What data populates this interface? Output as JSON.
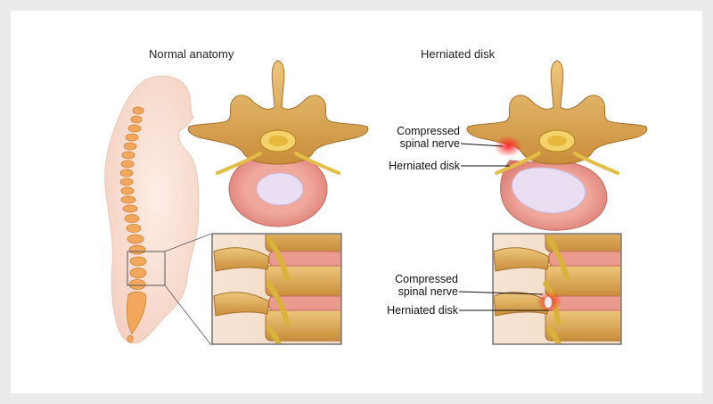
{
  "headings": {
    "normal": "Normal anatomy",
    "herniated": "Herniated disk"
  },
  "labels": {
    "top_compressed_line1": "Compressed",
    "top_compressed_line2": "spinal nerve",
    "top_herniated": "Herniated disk",
    "bottom_compressed_line1": "Compressed",
    "bottom_compressed_line2": "spinal nerve",
    "bottom_herniated": "Herniated disk"
  },
  "colors": {
    "bone": "#dcaa55",
    "bone_dark": "#b07a2c",
    "disk_outer": "#e8938a",
    "disk_inner": "#e6dcf0",
    "body_skin": "#f9e2d6",
    "spine": "#f0a85a",
    "inflammation": "#ff3b3b",
    "nerve": "#e9c44a"
  }
}
